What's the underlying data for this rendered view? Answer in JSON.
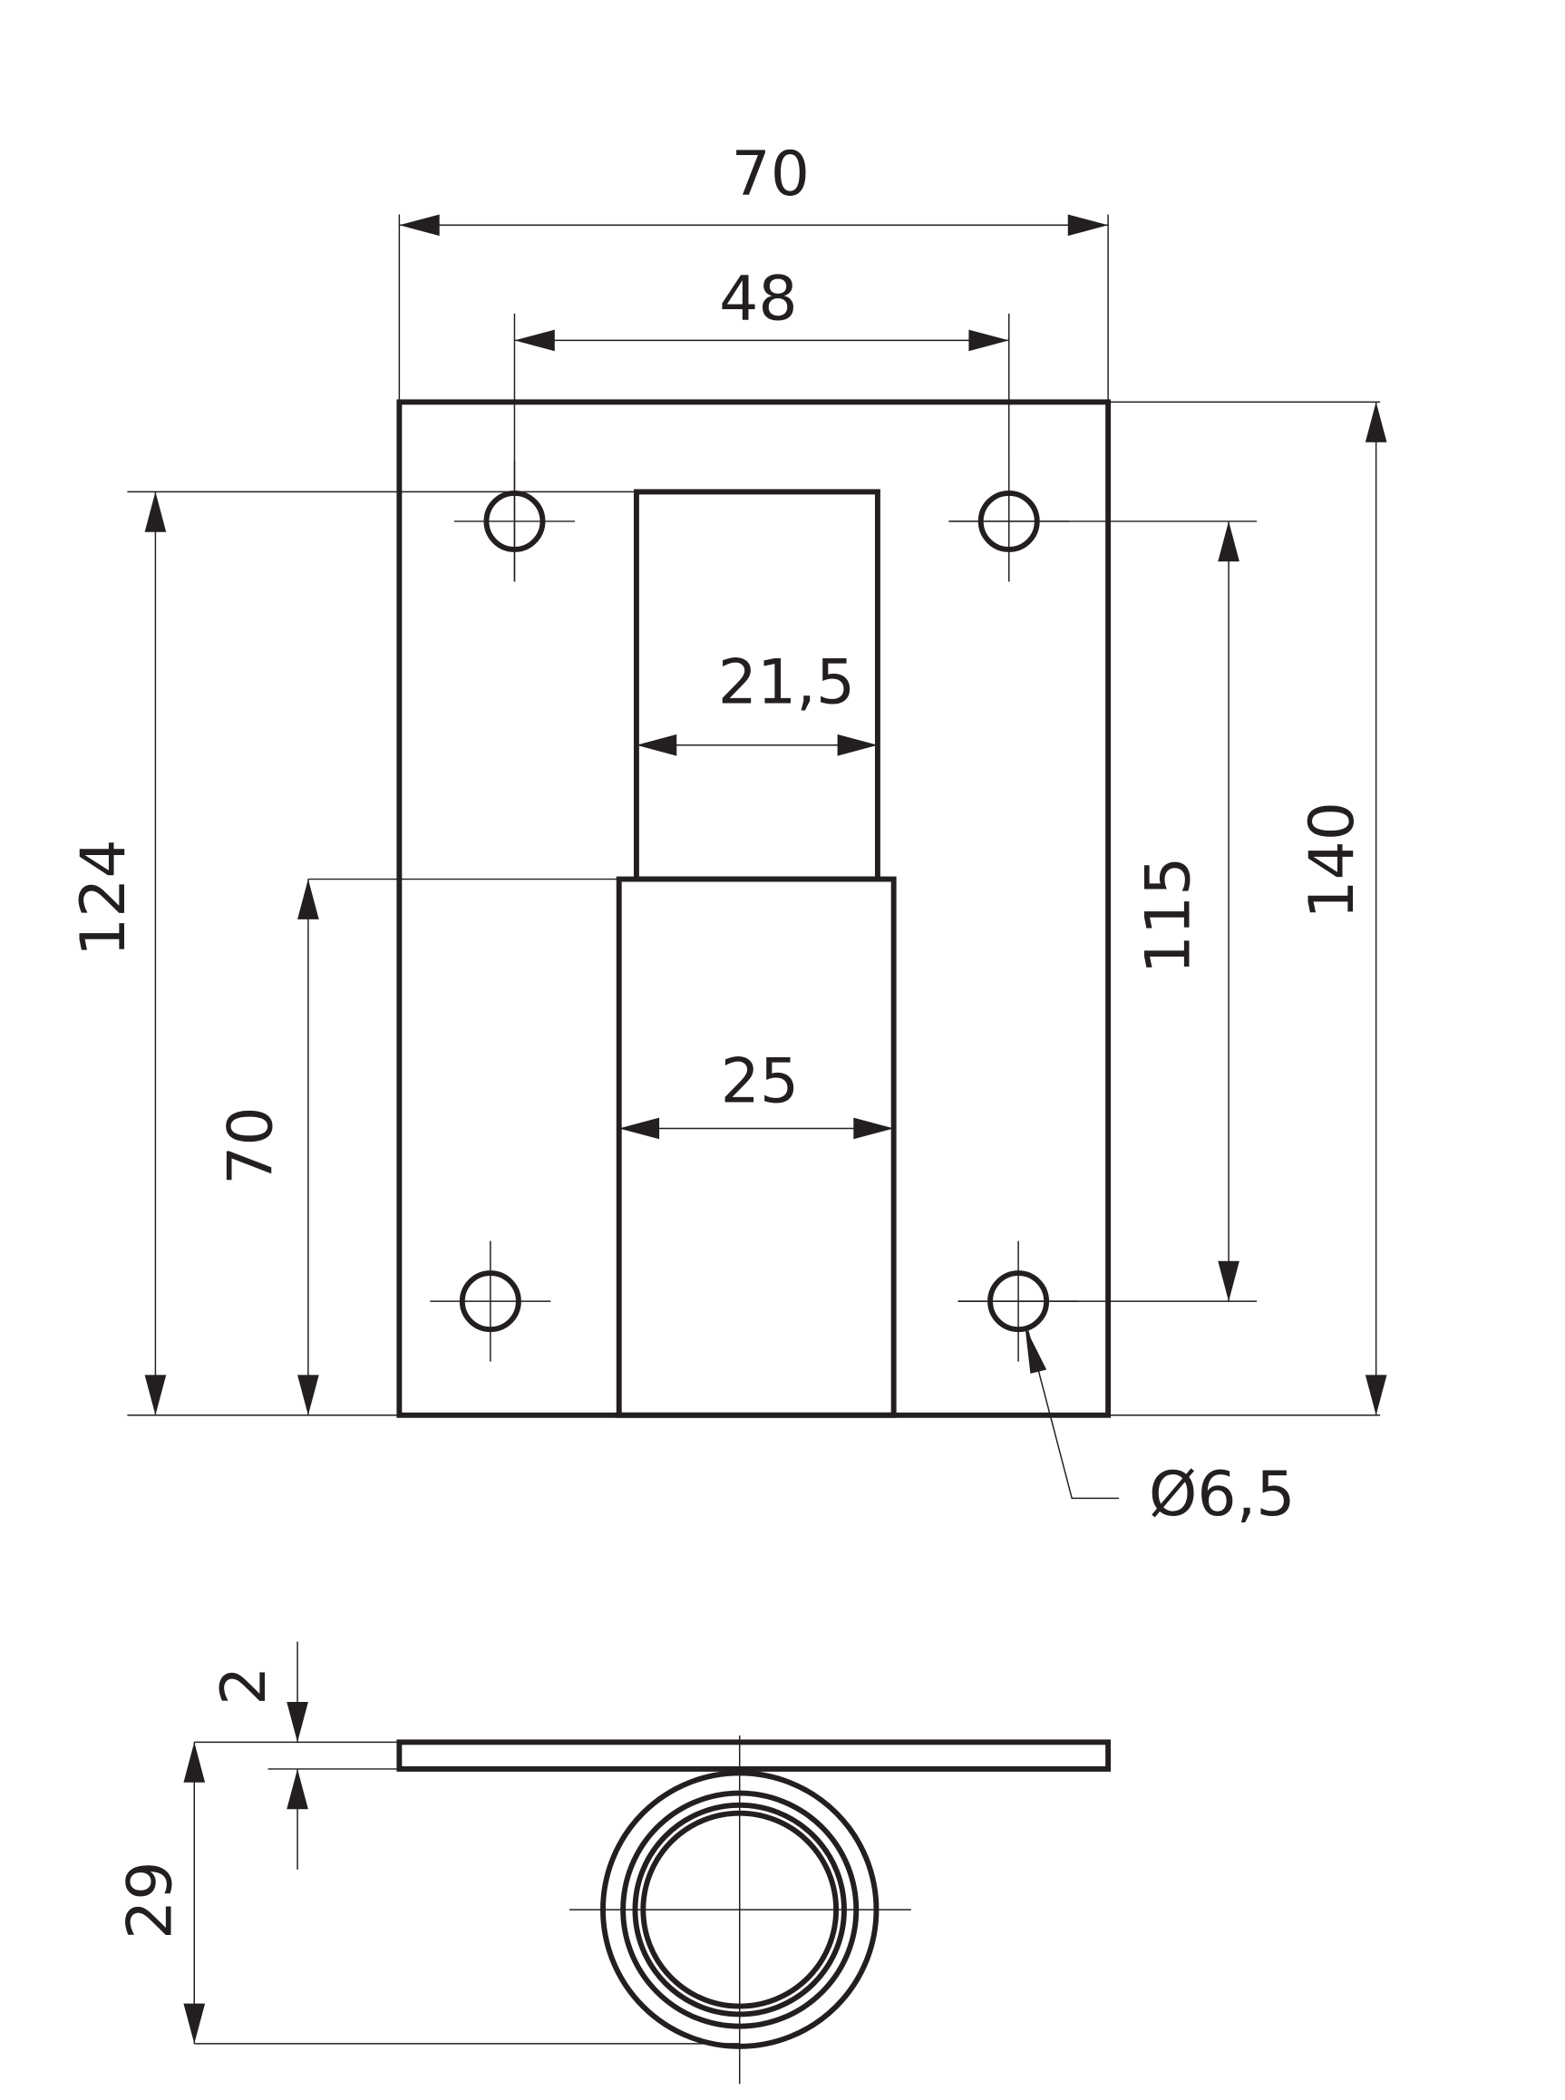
{
  "drawing": {
    "top_view": {
      "dim_overall_width": "70",
      "dim_hole_spacing_horizontal": "48",
      "dim_upper_slot_width": "21,5",
      "dim_lower_slot_width": "25",
      "dim_left_height": "124",
      "dim_lower_slot_height": "70",
      "dim_hole_spacing_vertical": "115",
      "dim_overall_height": "140",
      "dim_hole_diameter": "Ø6,5"
    },
    "side_view": {
      "dim_plate_thickness": "2",
      "dim_total_depth": "29"
    }
  }
}
